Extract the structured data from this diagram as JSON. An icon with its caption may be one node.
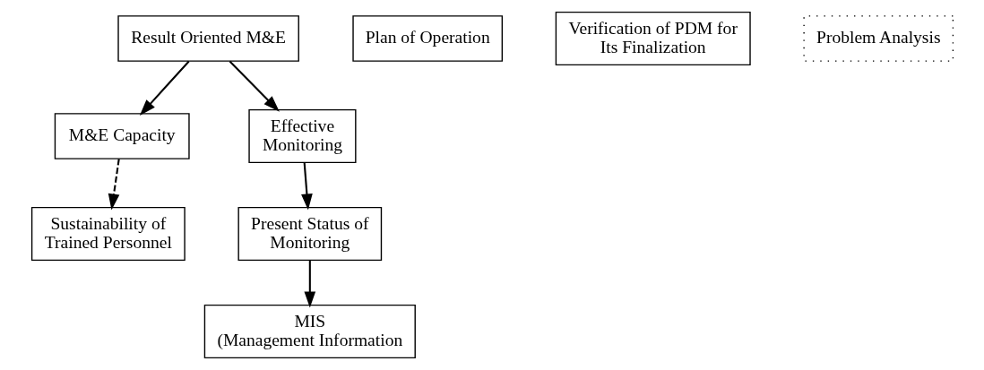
{
  "diagram": {
    "nodes": [
      {
        "text": [
          "Result Oriented M&E"
        ]
      },
      {
        "text": [
          "M&E Capacity"
        ]
      },
      {
        "text": [
          "Effective Monitoring"
        ]
      },
      {
        "text": [
          "Sustainability of Trained Personnel"
        ]
      },
      {
        "text": [
          "Present Status of Monitoring"
        ]
      },
      {
        "text": [
          "MIS (Management Information"
        ]
      },
      {
        "text": [
          "Plan of Operation"
        ]
      },
      {
        "text": [
          "Verification of PDM for Its Finalization"
        ]
      },
      {
        "text": [
          "Problem Analysis"
        ]
      }
    ],
    "edges": [
      {
        "from": 0,
        "to": 1,
        "arrow": "to"
      },
      {
        "from": 0,
        "to": 2,
        "arrow": "to"
      },
      {
        "from": 1,
        "to": 3,
        "arrow": "to",
        "style": "dashed"
      },
      {
        "from": 2,
        "to": 4,
        "arrow": "to"
      },
      {
        "from": 4,
        "to": 5,
        "arrow": "to"
      }
    ]
  }
}
